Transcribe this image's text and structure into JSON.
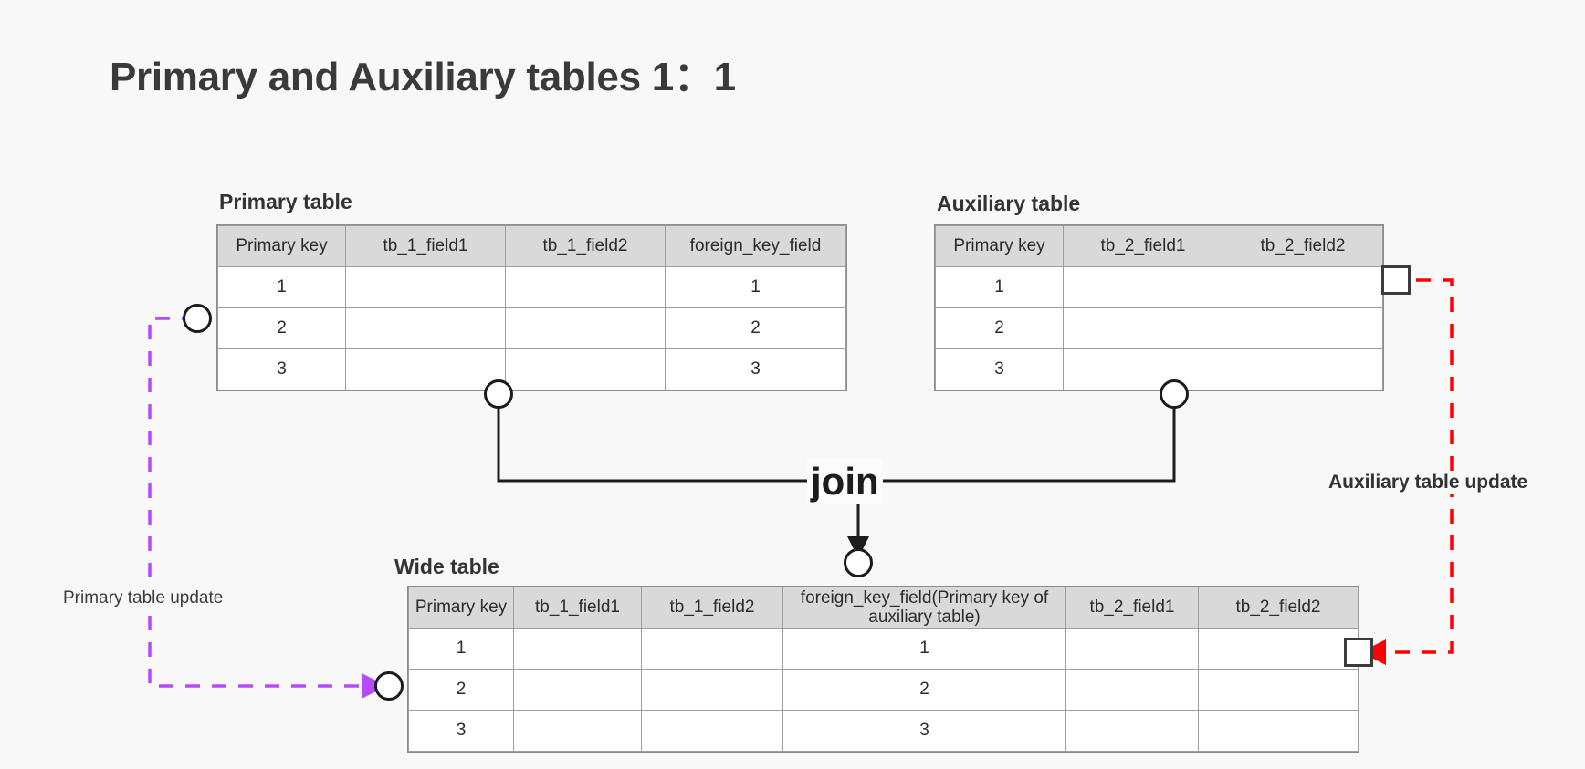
{
  "title": "Primary and Auxiliary tables 1：1",
  "colors": {
    "background": "#f8f8f8",
    "header_fill": "#d9d9d9",
    "grid_line": "#9d9d9d",
    "join_wire": "#1c1c1c",
    "primary_update_wire": "#b54bfa",
    "auxiliary_update_wire": "#ff0000"
  },
  "primary_table": {
    "caption": "Primary table",
    "columns": [
      "Primary key",
      "tb_1_field1",
      "tb_1_field2",
      "foreign_key_field"
    ],
    "rows": [
      [
        "1",
        "",
        "",
        "1"
      ],
      [
        "2",
        "",
        "",
        "2"
      ],
      [
        "3",
        "",
        "",
        "3"
      ]
    ]
  },
  "auxiliary_table": {
    "caption": "Auxiliary table",
    "columns": [
      "Primary key",
      "tb_2_field1",
      "tb_2_field2"
    ],
    "rows": [
      [
        "1",
        "",
        ""
      ],
      [
        "2",
        "",
        ""
      ],
      [
        "3",
        "",
        ""
      ]
    ]
  },
  "wide_table": {
    "caption": "Wide table",
    "columns": [
      "Primary key",
      "tb_1_field1",
      "tb_1_field2",
      "foreign_key_field(Primary key of auxiliary table)",
      "tb_2_field1",
      "tb_2_field2"
    ],
    "rows": [
      [
        "1",
        "",
        "",
        "1",
        "",
        ""
      ],
      [
        "2",
        "",
        "",
        "2",
        "",
        ""
      ],
      [
        "3",
        "",
        "",
        "3",
        "",
        ""
      ]
    ]
  },
  "labels": {
    "join": "join",
    "primary_update": "Primary table update",
    "auxiliary_update": "Auxiliary table update"
  }
}
